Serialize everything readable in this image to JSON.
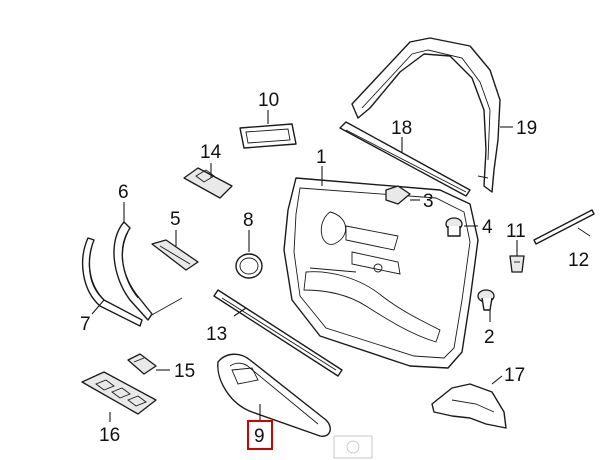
{
  "callouts": {
    "c1": "1",
    "c2": "2",
    "c3": "3",
    "c4": "4",
    "c5": "5",
    "c6": "6",
    "c7": "7",
    "c8": "8",
    "c9": "9",
    "c10": "10",
    "c11": "11",
    "c12": "12",
    "c13": "13",
    "c14": "14",
    "c15": "15",
    "c16": "16",
    "c17": "17",
    "c18": "18",
    "c19": "19"
  },
  "highlighted_callout": "9",
  "colors": {
    "highlight": "#d40000",
    "line": "#1a1a1a",
    "shade": "#e9e9e9"
  }
}
